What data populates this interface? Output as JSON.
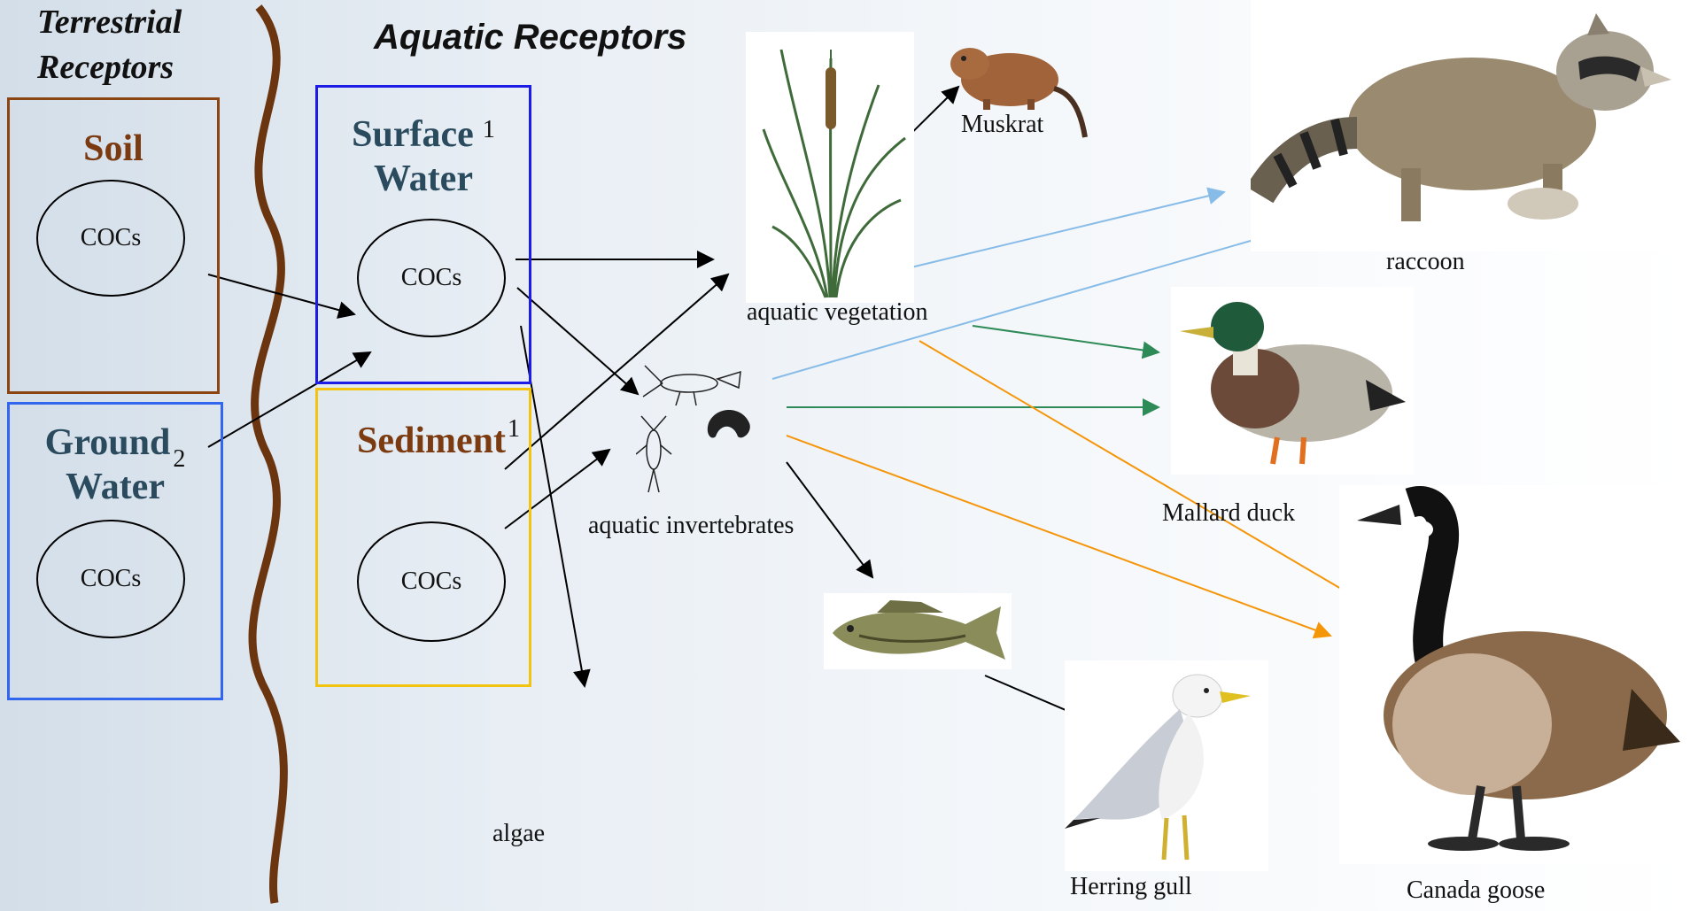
{
  "titles": {
    "terrestrial_line1": "Terrestrial",
    "terrestrial_line2": "Receptors",
    "aquatic": "Aquatic Receptors"
  },
  "media": {
    "soil": {
      "title": "Soil",
      "coc": "COCs"
    },
    "groundwater": {
      "title_line1": "Ground",
      "title_line2": "Water",
      "footnote": "2",
      "coc": "COCs"
    },
    "surface_water": {
      "title_line1": "Surface",
      "title_line2": "Water",
      "footnote": "1",
      "coc": "COCs"
    },
    "sediment": {
      "title": "Sediment",
      "footnote": "1",
      "coc": "COCs"
    }
  },
  "receptors": {
    "muskrat": "Muskrat",
    "aquatic_vegetation": "aquatic vegetation",
    "aquatic_invertebrates": "aquatic invertebrates",
    "algae": "algae",
    "raccoon": "raccoon",
    "mallard": "Mallard duck",
    "goose": "Canada goose",
    "gull": "Herring gull"
  },
  "colors": {
    "soil_border": "#8b4513",
    "soil_text": "#7b3a10",
    "groundwater_border": "#3366ee",
    "groundwater_text": "#2a4a5e",
    "surface_border": "#1c1ce6",
    "sediment_border": "#f2c40f",
    "sediment_text": "#7b3a10",
    "wavy_line": "#6b3510",
    "arrow_black": "#000000",
    "arrow_blue": "#88bce8",
    "arrow_green": "#2e8b57",
    "arrow_orange": "#f5960a"
  }
}
